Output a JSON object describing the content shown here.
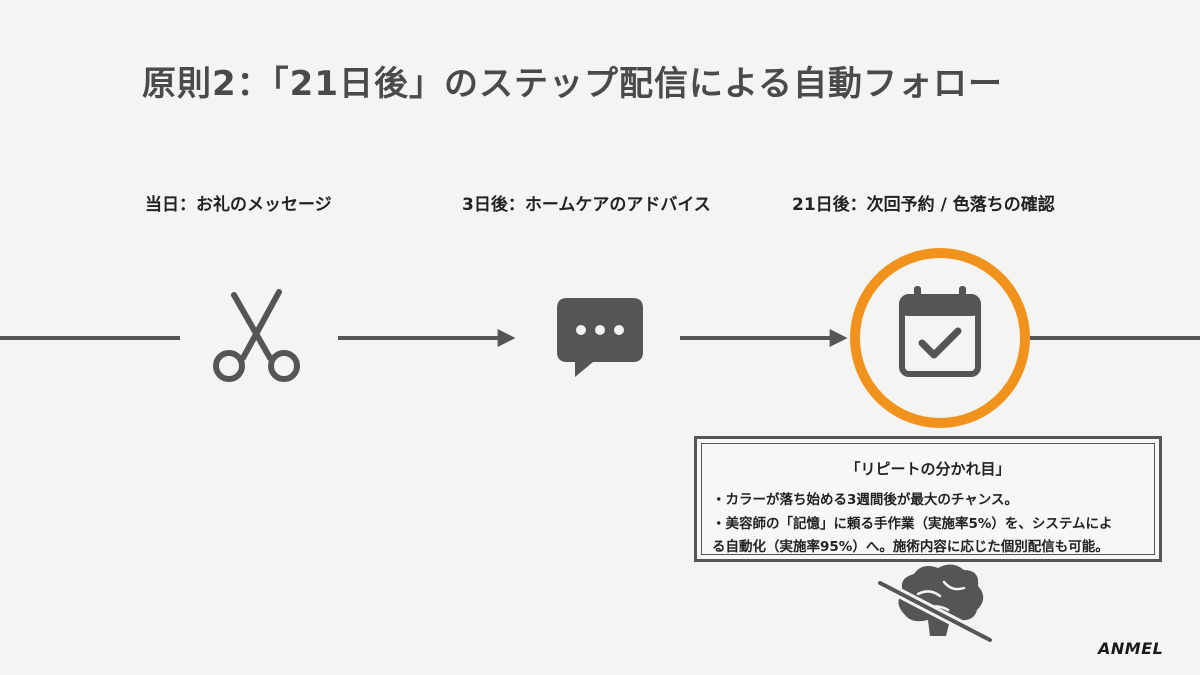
{
  "title": "原則2：「21日後」のステップ配信による自動フォロー",
  "steps": [
    {
      "label": "当日：お礼のメッセージ",
      "icon": "scissors-icon"
    },
    {
      "label": "3日後：ホームケアのアドバイス",
      "icon": "chat-bubble-icon"
    },
    {
      "label": "21日後：次回予約 / 色落ちの確認",
      "icon": "calendar-check-icon"
    }
  ],
  "note": {
    "title": "「リピートの分かれ目」",
    "line1": "・カラーが落ち始める3週間後が最大のチャンス。",
    "line2": "・美容師の「記憶」に頼る手作業（実施率5%）を、システムによ",
    "line3": "る自動化（実施率95%）へ。施術内容に応じた個別配信も可能。"
  },
  "bottom_icon": "crossed-out-brain-icon",
  "colors": {
    "accent": "#f0921c",
    "icon": "#555555",
    "line": "#555555"
  },
  "logo": "ANMEL"
}
